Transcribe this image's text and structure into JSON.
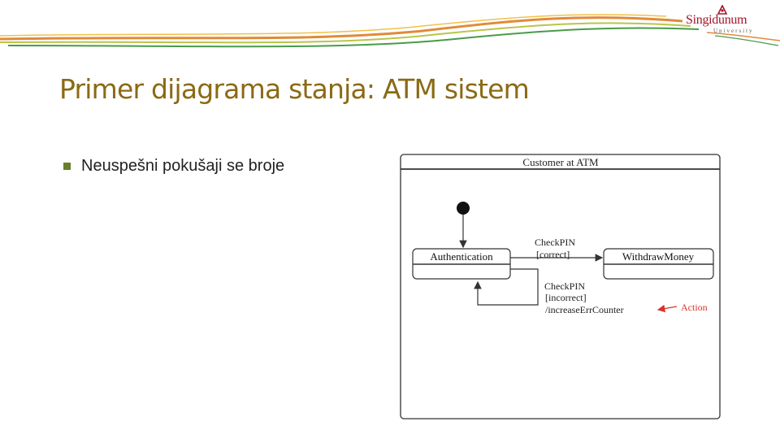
{
  "logo": {
    "name": "Singidunum",
    "sub": "University"
  },
  "title": "Primer dijagrama stanja: ATM sistem",
  "bullets": [
    "Neuspešni pokušaji se broje"
  ],
  "diagram": {
    "frame_title": "Customer at ATM",
    "states": {
      "authentication": "Authentication",
      "withdraw": "WithdrawMoney"
    },
    "transitions": {
      "correct": {
        "event": "CheckPIN",
        "guard": "[correct]"
      },
      "incorrect": {
        "event": "CheckPIN",
        "guard": "[incorrect]",
        "action": "/increaseErrCounter"
      }
    },
    "annotation": "Action",
    "colors": {
      "annotation": "#d9342b",
      "title": "#8a6a14"
    }
  }
}
